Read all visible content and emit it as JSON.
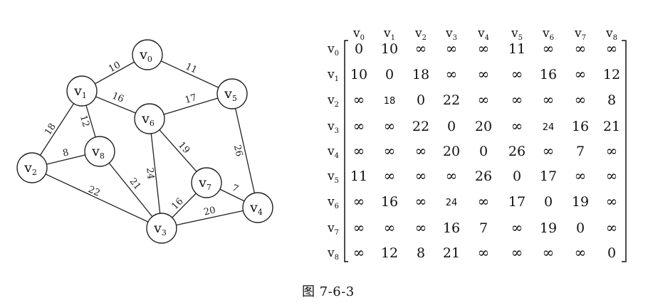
{
  "vertices": [
    {
      "id": "v0",
      "base": "v",
      "sub": "0"
    },
    {
      "id": "v1",
      "base": "v",
      "sub": "1"
    },
    {
      "id": "v2",
      "base": "v",
      "sub": "2"
    },
    {
      "id": "v3",
      "base": "v",
      "sub": "3"
    },
    {
      "id": "v4",
      "base": "v",
      "sub": "4"
    },
    {
      "id": "v5",
      "base": "v",
      "sub": "5"
    },
    {
      "id": "v6",
      "base": "v",
      "sub": "6"
    },
    {
      "id": "v7",
      "base": "v",
      "sub": "7"
    },
    {
      "id": "v8",
      "base": "v",
      "sub": "8"
    }
  ],
  "edges": [
    {
      "from": "v0",
      "to": "v1",
      "weight": "10"
    },
    {
      "from": "v0",
      "to": "v5",
      "weight": "11"
    },
    {
      "from": "v1",
      "to": "v2",
      "weight": "18"
    },
    {
      "from": "v1",
      "to": "v8",
      "weight": "12"
    },
    {
      "from": "v1",
      "to": "v6",
      "weight": "16"
    },
    {
      "from": "v5",
      "to": "v6",
      "weight": "17"
    },
    {
      "from": "v5",
      "to": "v4",
      "weight": "26"
    },
    {
      "from": "v2",
      "to": "v8",
      "weight": "8"
    },
    {
      "from": "v2",
      "to": "v3",
      "weight": "22"
    },
    {
      "from": "v8",
      "to": "v3",
      "weight": "21"
    },
    {
      "from": "v6",
      "to": "v3",
      "weight": "24"
    },
    {
      "from": "v6",
      "to": "v7",
      "weight": "19"
    },
    {
      "from": "v7",
      "to": "v3",
      "weight": "16"
    },
    {
      "from": "v7",
      "to": "v4",
      "weight": "7"
    },
    {
      "from": "v3",
      "to": "v4",
      "weight": "20"
    }
  ],
  "matrix": {
    "headers": [
      "v0",
      "v1",
      "v2",
      "v3",
      "v4",
      "v5",
      "v6",
      "v7",
      "v8"
    ],
    "rows": [
      [
        "0",
        "10",
        "∞",
        "∞",
        "∞",
        "11",
        "∞",
        "∞",
        "∞"
      ],
      [
        "10",
        "0",
        "18",
        "∞",
        "∞",
        "∞",
        "16",
        "∞",
        "12"
      ],
      [
        "∞",
        "18",
        "0",
        "22",
        "∞",
        "∞",
        "∞",
        "∞",
        "8"
      ],
      [
        "∞",
        "∞",
        "22",
        "0",
        "20",
        "∞",
        "24",
        "16",
        "21"
      ],
      [
        "∞",
        "∞",
        "∞",
        "20",
        "0",
        "26",
        "∞",
        "7",
        "∞"
      ],
      [
        "11",
        "∞",
        "∞",
        "∞",
        "26",
        "0",
        "17",
        "∞",
        "∞"
      ],
      [
        "∞",
        "16",
        "∞",
        "24",
        "∞",
        "17",
        "0",
        "19",
        "∞"
      ],
      [
        "∞",
        "∞",
        "∞",
        "16",
        "7",
        "∞",
        "19",
        "0",
        "∞"
      ],
      [
        "∞",
        "12",
        "8",
        "21",
        "∞",
        "∞",
        "∞",
        "∞",
        "0"
      ]
    ],
    "small_cells": [
      [
        2,
        1
      ],
      [
        3,
        6
      ],
      [
        6,
        3
      ]
    ]
  },
  "caption": "图 7-6-3"
}
